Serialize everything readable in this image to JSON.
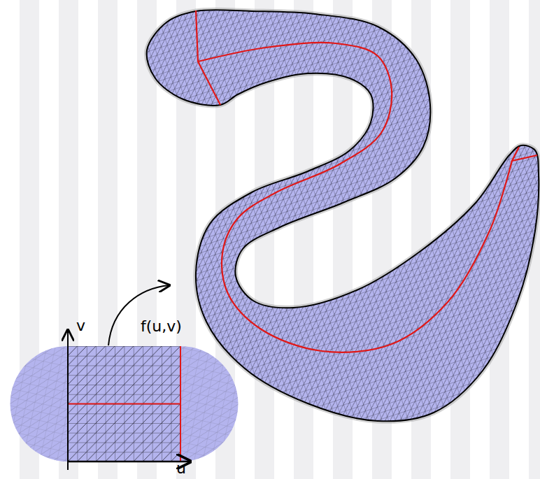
{
  "diagram": {
    "labels": [
      "v",
      "f(u,v)",
      "u"
    ]
  }
}
